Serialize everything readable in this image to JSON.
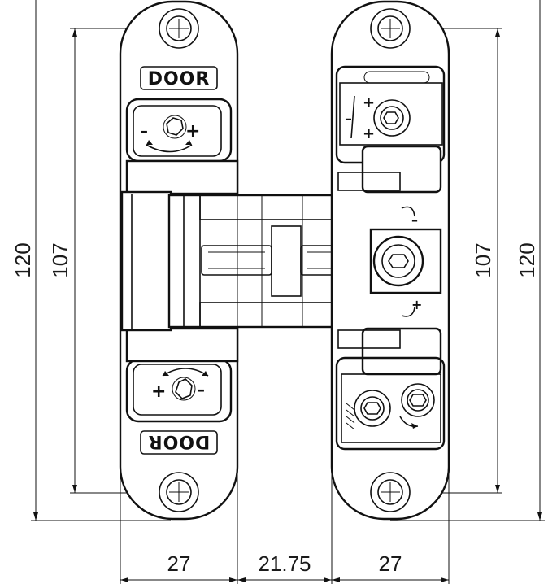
{
  "labels": {
    "door_top": "DOOR",
    "door_bottom": "DOOR",
    "adjust_plus": "+",
    "adjust_minus": "–"
  },
  "dimensions": {
    "height_overall_left": "120",
    "height_holes_left": "107",
    "height_holes_right": "107",
    "height_overall_right": "120",
    "width_left_plate": "27",
    "width_gap": "21.75",
    "width_right_plate": "27"
  },
  "icons": [
    "screw-hole-icon",
    "hex-screw-icon",
    "rotate-arrow-icon",
    "height-adjust-arrow-icon",
    "depth-adjust-arrow-icon"
  ]
}
